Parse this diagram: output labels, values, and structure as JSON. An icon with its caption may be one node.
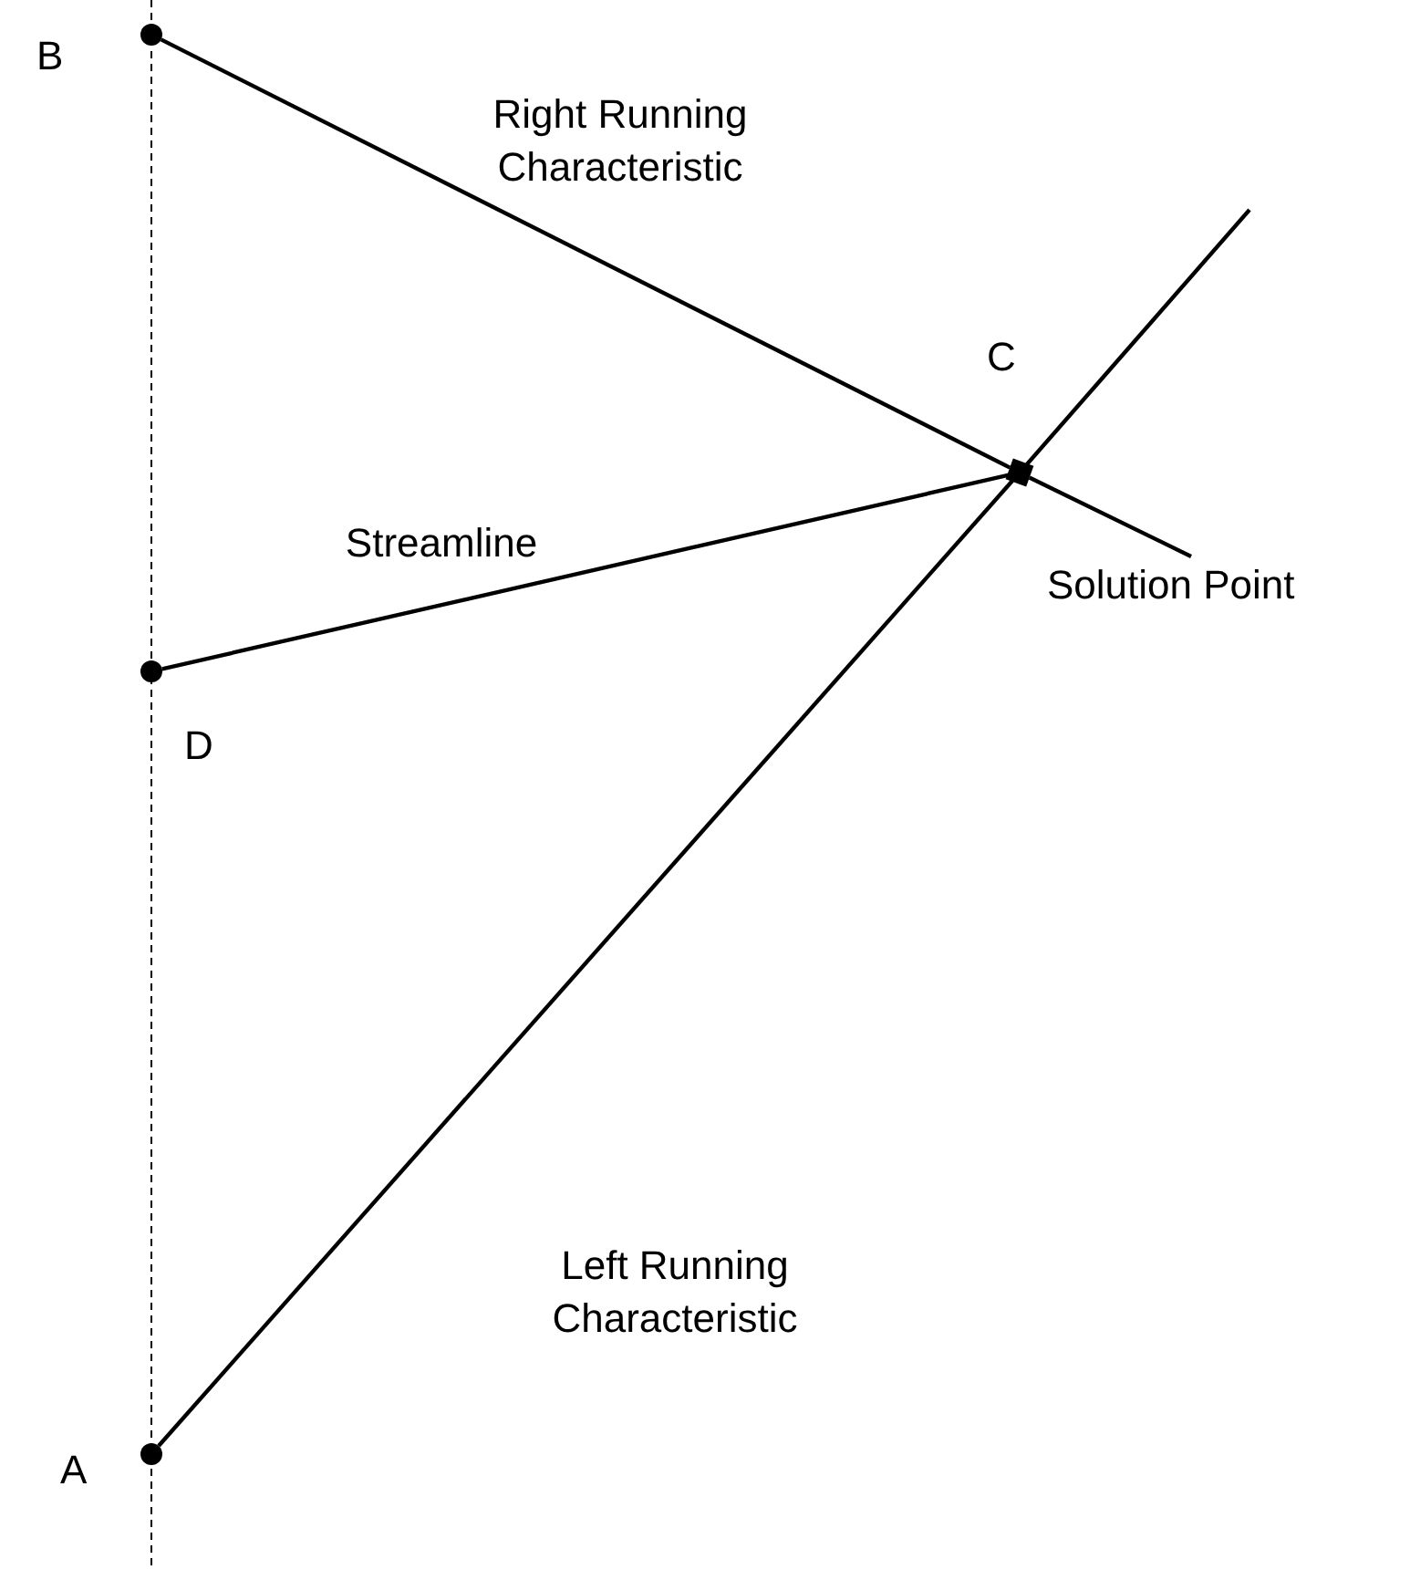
{
  "diagram": {
    "nodes": [
      {
        "text": [],
        "shape": "circle",
        "beside": [
          "B"
        ]
      },
      {
        "text": [],
        "shape": "box",
        "beside": [
          "C",
          "Solution Point"
        ]
      },
      {
        "text": [],
        "shape": "circle",
        "beside": [
          "D"
        ]
      },
      {
        "text": [],
        "shape": "circle",
        "beside": [
          "A"
        ]
      }
    ],
    "edges": [
      {
        "from": 0,
        "to": 1,
        "arrow": "none",
        "label": "Right Running Characteristic"
      },
      {
        "from": 2,
        "to": 1,
        "arrow": "none",
        "label": "Streamline"
      },
      {
        "from": 3,
        "to": 1,
        "arrow": "none",
        "label": "Left Running Characteristic"
      }
    ]
  }
}
